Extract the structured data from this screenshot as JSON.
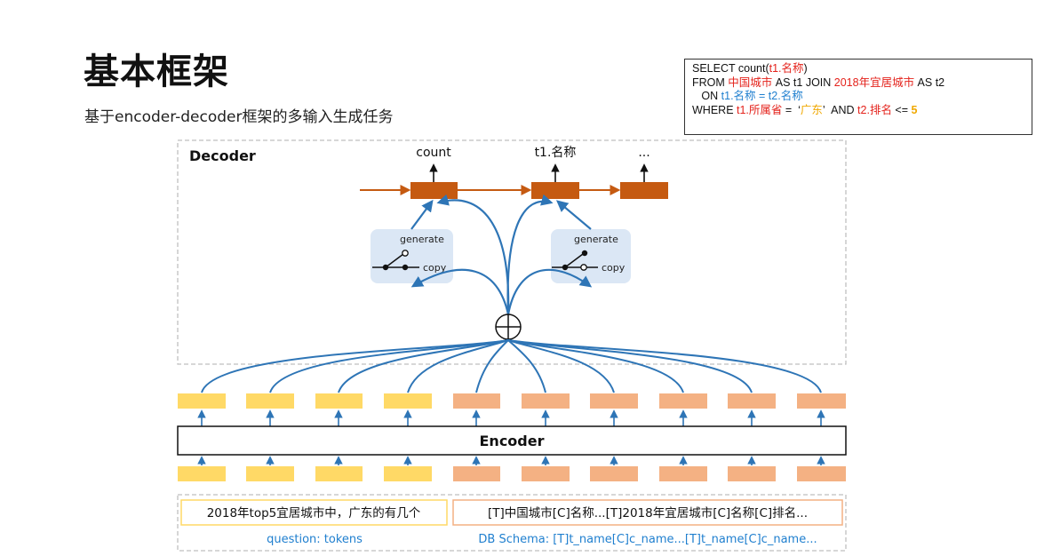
{
  "title": "基本框架",
  "subtitle": "基于encoder-decoder框架的多输入生成任务",
  "sql": {
    "line1": [
      "SELECT count(",
      "t1.名称",
      ")"
    ],
    "line2": [
      "FROM ",
      "中国城市",
      " AS t1 JOIN ",
      "2018年宜居城市",
      " AS t2"
    ],
    "line3": [
      "   ON ",
      "t1.名称 = t2.名称"
    ],
    "line4": [
      "WHERE ",
      "t1.所属省",
      " =  ‘",
      "广东",
      "’  AND ",
      "t2.排名",
      " <= ",
      "5"
    ]
  },
  "decoder": {
    "label": "Decoder",
    "outputs": [
      "count",
      "t1.名称",
      "..."
    ],
    "switch_generate": "generate",
    "switch_copy": "copy"
  },
  "encoder": {
    "label": "Encoder"
  },
  "inputs": {
    "question_text": "2018年top5宜居城市中，广东的有几个",
    "schema_text": "[T]中国城市[C]名称...[T]2018年宜居城市[C]名称[C]排名...",
    "question_caption": "question: tokens",
    "schema_caption": "DB Schema: [T]t_name[C]c_name...[T]t_name[C]c_name..."
  },
  "colors": {
    "decoder_cell": "#c55a11",
    "question_token": "#ffd966",
    "schema_token": "#f4b183",
    "arrow_blue": "#2e75b6",
    "switch_bg": "#dbe7f5",
    "caption_blue": "#1f7fcf"
  }
}
